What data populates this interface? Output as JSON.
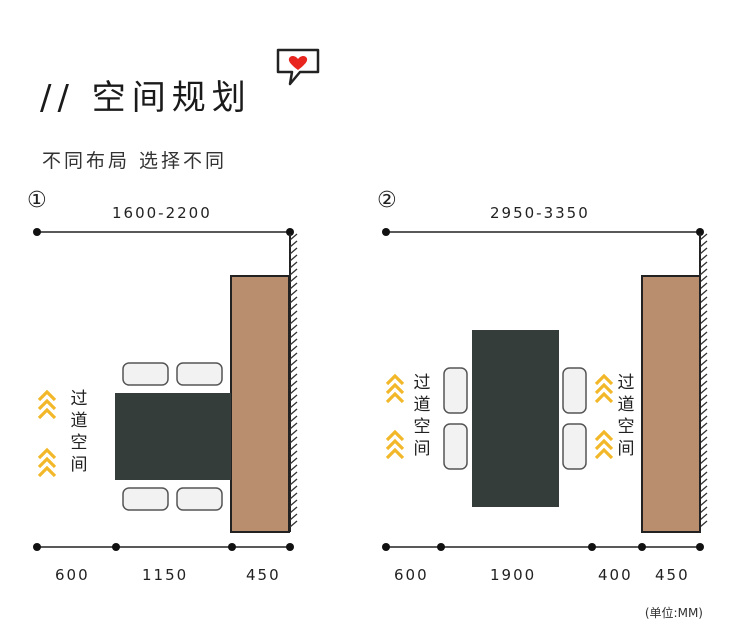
{
  "header": {
    "title": "// 空间规划",
    "subtitle": "不同布局  选择不同"
  },
  "icons": {
    "chat_heart": "chat-heart-icon",
    "chevrons": "double-chevron-up-icon"
  },
  "colors": {
    "table": "#343d3a",
    "cabinet": "#b98e6e",
    "chair": "#f2f2f2",
    "chevron": "#f2b82a"
  },
  "layout1": {
    "number": "①",
    "total": "1600-2200",
    "segments": [
      "600",
      "1150",
      "450"
    ],
    "aisle": [
      "过",
      "道",
      "空",
      "间"
    ]
  },
  "layout2": {
    "number": "②",
    "total": "2950-3350",
    "segments": [
      "600",
      "1900",
      "400",
      "450"
    ],
    "aisle_left": [
      "过",
      "道",
      "空",
      "间"
    ],
    "aisle_right": [
      "过",
      "道",
      "空",
      "间"
    ]
  },
  "unit": "(单位:MM)"
}
